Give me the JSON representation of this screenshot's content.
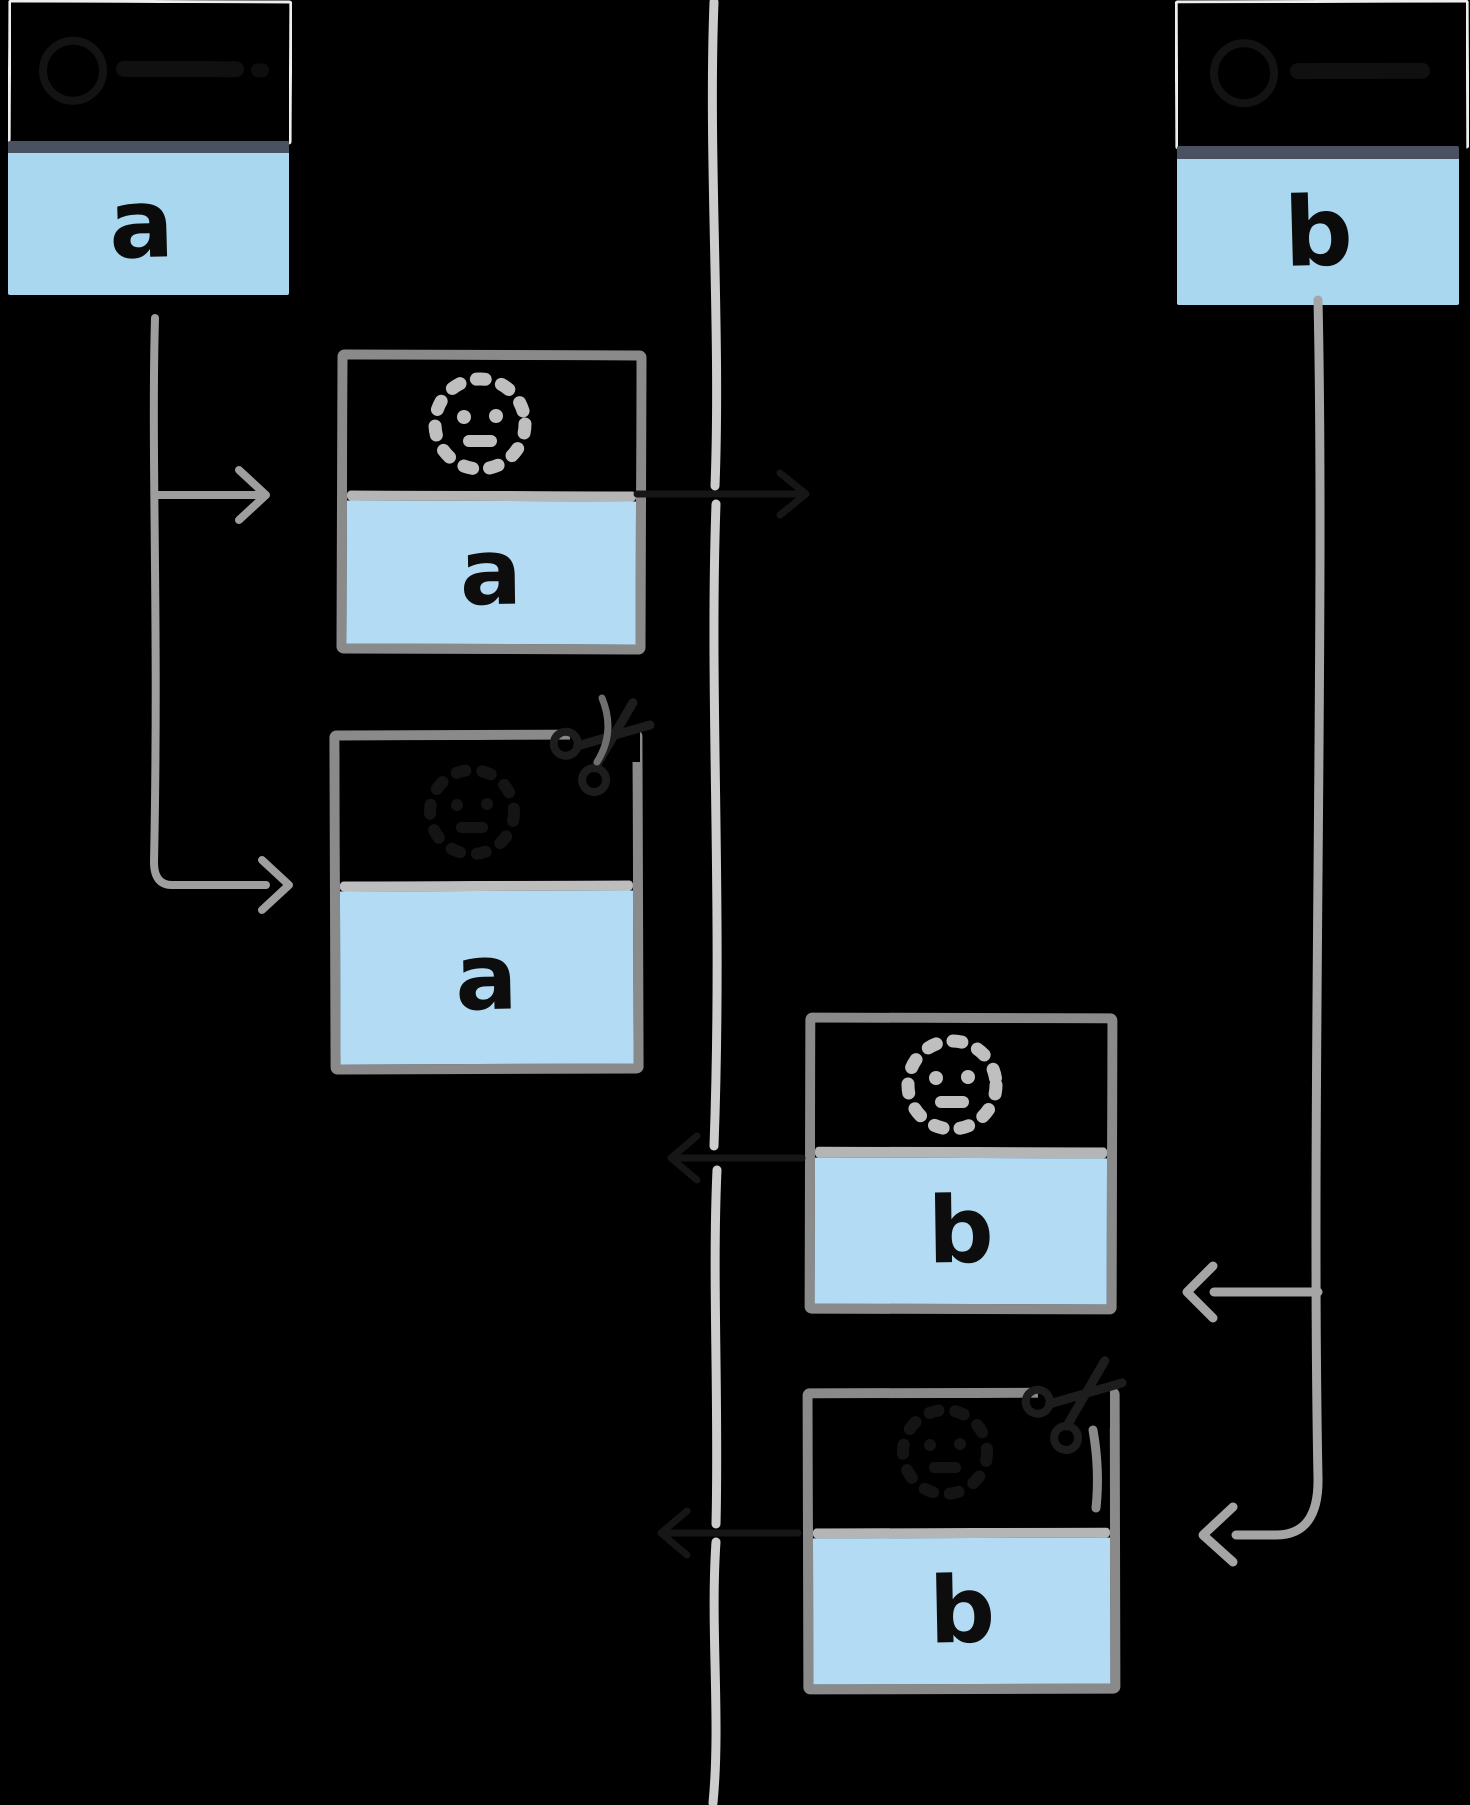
{
  "diagram": {
    "title_hint": "two threads exchanging messages across a timeline (hand-drawn, dark mode; several strokes drawn in near-invisible black ink)",
    "left_thread": {
      "label": "a",
      "messages": [
        {
          "label": "a",
          "status_icon": "dotted-pending-face"
        },
        {
          "label": "a",
          "status_icon": "scissors-cancel-hidden"
        }
      ]
    },
    "right_thread": {
      "label": "b",
      "messages": [
        {
          "label": "b",
          "status_icon": "dotted-pending-face"
        },
        {
          "label": "b",
          "status_icon": "scissors-cancel-hidden"
        }
      ]
    },
    "colors": {
      "background": "#000000",
      "strip_fill": "#a9d7ef",
      "strip_top_border": "#4a5160",
      "inner_box_fill": "#b3dcf4",
      "inner_box_border": "#8a8a8a",
      "divider": "#b5b5b5",
      "pending_icon": "#bfbfbf",
      "header_border": "#eeeeee",
      "timeline": "#cdcdcd",
      "thread_line": "#9e9e9e",
      "hidden_ink": "#161616",
      "letter_ink": "#0d0d0d"
    }
  }
}
